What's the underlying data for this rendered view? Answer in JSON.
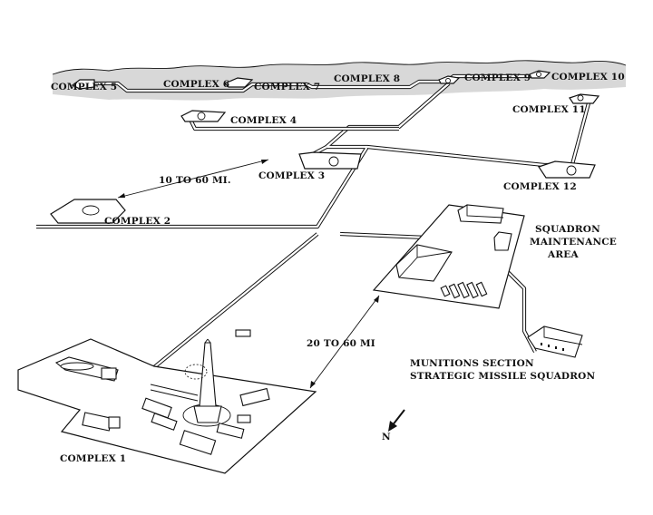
{
  "labels": {
    "complex_1": "COMPLEX 1",
    "complex_2": "COMPLEX 2",
    "complex_3": "COMPLEX 3",
    "complex_4": "COMPLEX 4",
    "complex_5": "COMPLEX 5",
    "complex_6": "COMPLEX 6",
    "complex_7": "COMPLEX 7",
    "complex_8": "COMPLEX 8",
    "complex_9": "COMPLEX 9",
    "complex_10": "COMPLEX 10",
    "complex_11": "COMPLEX 11",
    "complex_12": "COMPLEX 12",
    "distance_complexes": "10 TO 60 MI.",
    "distance_maintenance": "20 TO 60 MI",
    "maintenance_line1": "SQUADRON",
    "maintenance_line2": "MAINTENANCE",
    "maintenance_line3": "AREA",
    "munitions_line1": "MUNITIONS SECTION",
    "munitions_line2": "STRATEGIC MISSILE SQUADRON",
    "north": "N"
  },
  "icons": {
    "north_arrow": "north-arrow-icon",
    "missile": "missile-icon",
    "trucks": "truck-icon",
    "buildings": "building-icon"
  },
  "colors": {
    "ink": "#111111",
    "paper": "#ffffff"
  }
}
